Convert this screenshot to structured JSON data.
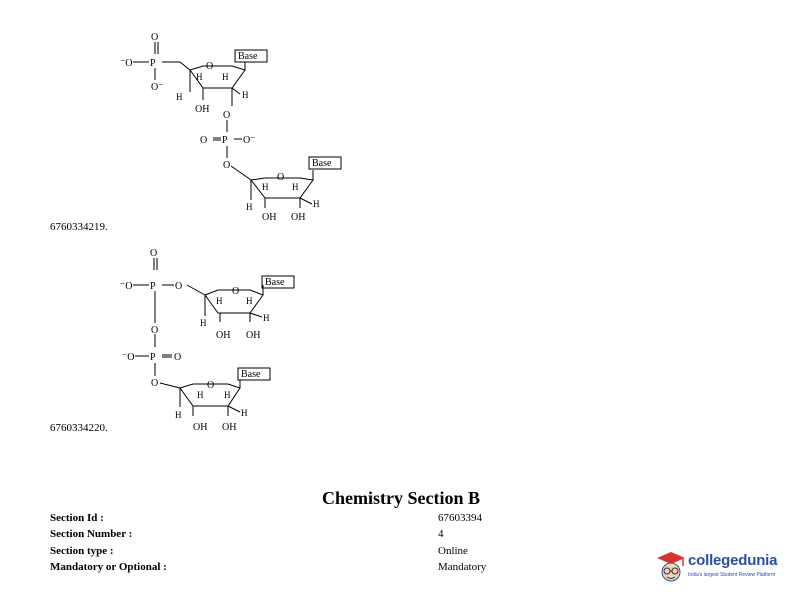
{
  "options": [
    {
      "id": "6760334219."
    },
    {
      "id": "6760334220."
    }
  ],
  "chem": {
    "base": "Base",
    "O": "O",
    "P": "P",
    "H": "H",
    "OH": "OH",
    "minus": "-"
  },
  "section": {
    "title": "Chemistry Section B",
    "rows": [
      {
        "label": "Section Id :",
        "value": "67603394"
      },
      {
        "label": "Section Number :",
        "value": "4"
      },
      {
        "label": "Section type :",
        "value": "Online"
      },
      {
        "label": "Mandatory or Optional :",
        "value": "Mandatory"
      }
    ]
  },
  "logo": {
    "name": "collegedunia",
    "tagline": "India's largest Student Review Platform",
    "color": "#2a4fa1",
    "accent": "#d8332d"
  }
}
